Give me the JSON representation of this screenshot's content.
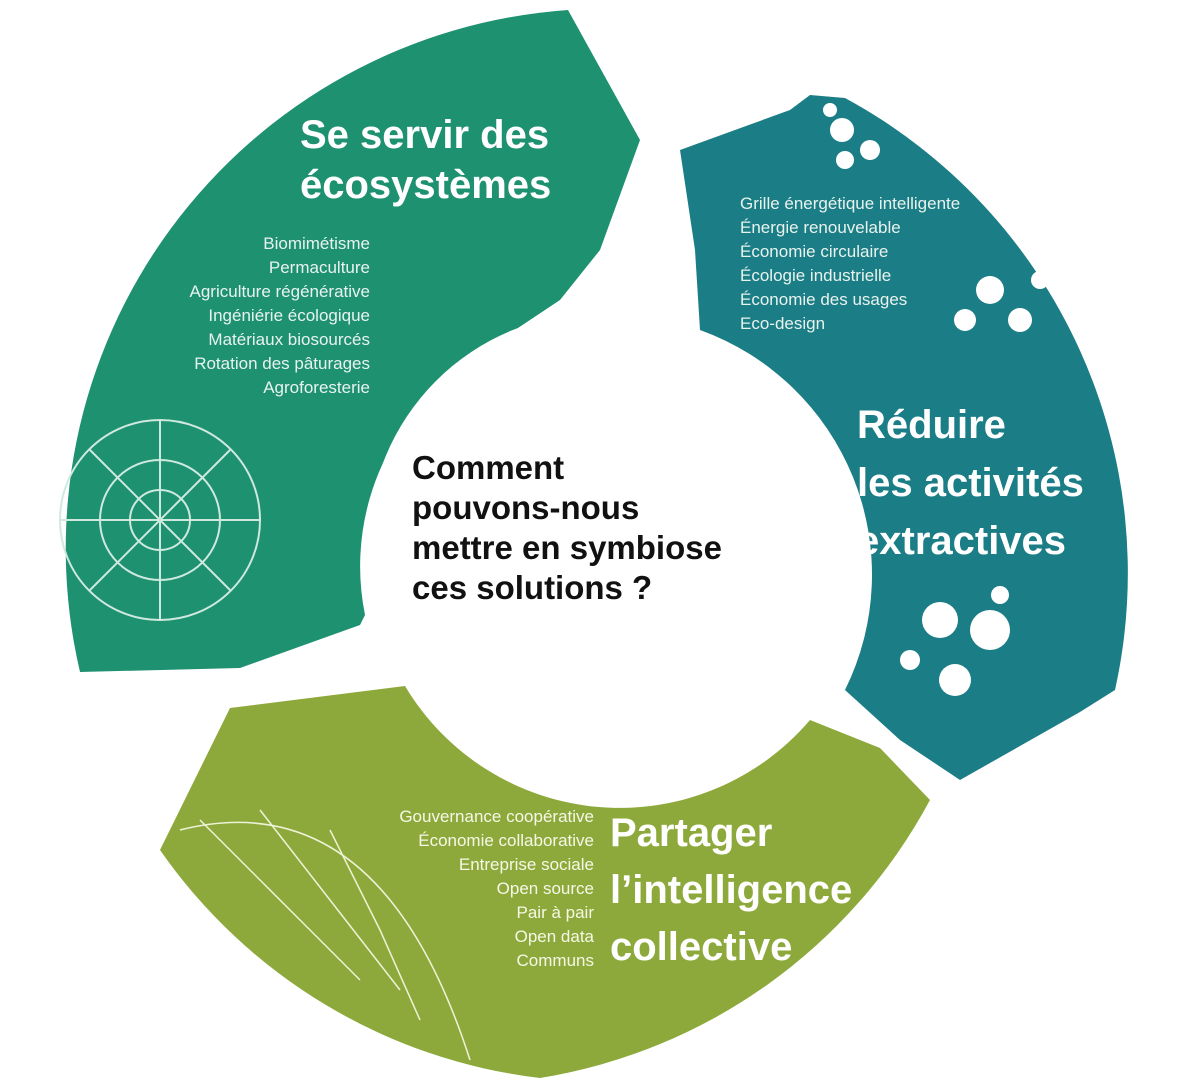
{
  "colors": {
    "green": "#1e9171",
    "teal": "#1b7d85",
    "olive": "#8ea93b"
  },
  "center_question": [
    "Comment",
    "pouvons-nous",
    "mettre en symbiose",
    "ces solutions ?"
  ],
  "segments": {
    "ecosystems": {
      "title": [
        "Se servir des",
        "écosystèmes"
      ],
      "items": [
        "Biomimétisme",
        "Permaculture",
        "Agriculture régénérative",
        "Ingéniérie écologique",
        "Matériaux biosourcés",
        "Rotation des pâturages",
        "Agroforesterie"
      ]
    },
    "extractive": {
      "title": [
        "Réduire",
        "les activités",
        "extractives"
      ],
      "items": [
        "Grille énergétique intelligente",
        "Énergie renouvelable",
        "Économie circulaire",
        "Écologie industrielle",
        "Économie des usages",
        "Eco-design"
      ]
    },
    "collective": {
      "title": [
        "Partager",
        "l’intelligence",
        "collective"
      ],
      "items": [
        "Gouvernance coopérative",
        "Économie collaborative",
        "Entreprise sociale",
        "Open source",
        "Pair à pair",
        "Open data",
        "Communs"
      ]
    }
  }
}
